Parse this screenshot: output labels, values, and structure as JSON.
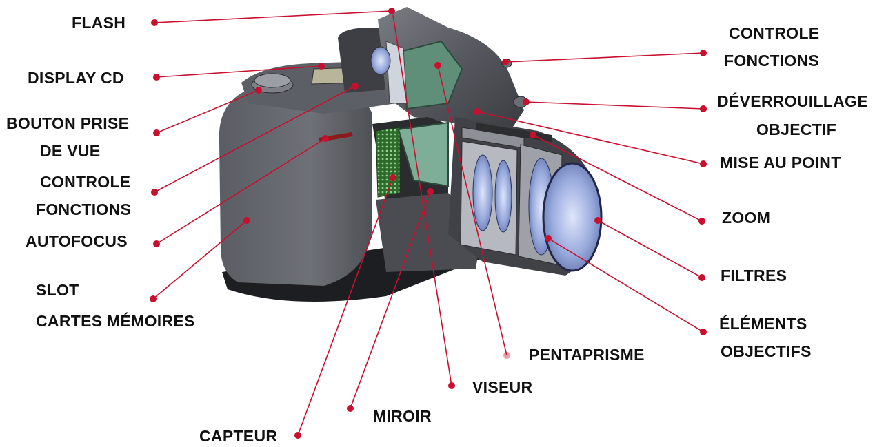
{
  "labels": {
    "flash": "FLASH",
    "display": "DISPLAY CD",
    "shutter_1": "BOUTON PRISE",
    "shutter_2": "DE VUE",
    "ctrl_left_1": "CONTROLE",
    "ctrl_left_2": "FONCTIONS",
    "autofocus": "AUTOFOCUS",
    "slot_1": "SLOT",
    "slot_2": "CARTES MÉMOIRES",
    "capteur": "CAPTEUR",
    "miroir": "MIROIR",
    "viseur": "VISEUR",
    "pentaprisme": "PENTAPRISME",
    "ctrl_right_1": "CONTROLE",
    "ctrl_right_2": "FONCTIONS",
    "unlock_1": "DÉVERROUILLAGE",
    "unlock_2": "OBJECTIF",
    "focus": "MISE AU POINT",
    "zoom": "ZOOM",
    "filtres": "FILTRES",
    "elements_1": "ÉLÉMENTS",
    "elements_2": "OBJECTIFS"
  },
  "colors": {
    "leader": "#c8102e",
    "body_dark": "#4a4c52",
    "body_mid": "#6b6e74",
    "body_light": "#8d9096",
    "prism": "#5f8f78",
    "lens_glass": "#8fa6d8",
    "sensor_green": "#3e7a3c"
  }
}
